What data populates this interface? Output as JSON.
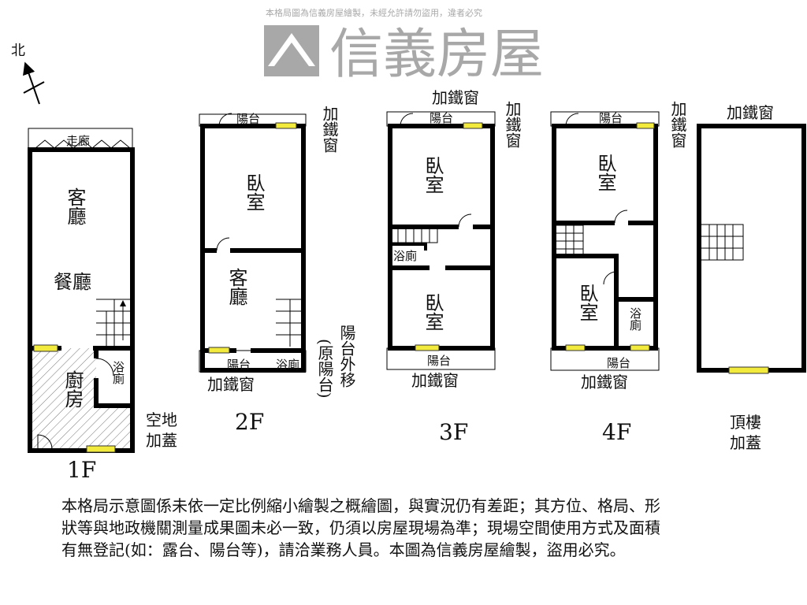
{
  "compass": {
    "north": "北"
  },
  "watermark": {
    "brand": "信義房屋",
    "notice": "本格局圖為信義房屋繪製，未經允許請勿盜用，違者必究",
    "color": "#9a9a9a"
  },
  "window_color": "#f2ea3c",
  "floors": {
    "f1": {
      "name": "1F",
      "corridor": "走廊",
      "living": "客廳",
      "dining": "餐廳",
      "kitchen": "廚房",
      "bath": "浴廁",
      "addition": "空地加蓋"
    },
    "f2": {
      "name": "2F",
      "balcony_top": "陽台",
      "iron_window_top": "加鐵窗",
      "bedroom": "臥室",
      "living": "客廳",
      "balcony_bottom": "陽台",
      "bath": "浴廁",
      "iron_window_bottom": "加鐵窗",
      "balcony_moved": "陽台外移",
      "orig_balcony": "(原陽台)"
    },
    "f3": {
      "name": "3F",
      "iron_window_top": "加鐵窗",
      "iron_window_side": "加鐵窗",
      "balcony_top": "陽台",
      "bedroom1": "臥室",
      "bath": "浴廁",
      "bedroom2": "臥室",
      "balcony_bottom": "陽台",
      "iron_window_bottom": "加鐵窗"
    },
    "f4": {
      "name": "4F",
      "iron_window_side": "加鐵窗",
      "balcony_top": "陽台",
      "bedroom1": "臥室",
      "bedroom2": "臥室",
      "bath": "浴廁",
      "balcony_bottom": "陽台",
      "iron_window_bottom": "加鐵窗"
    },
    "roof": {
      "name": "頂樓加蓋",
      "iron_window_top": "加鐵窗"
    }
  },
  "notes": [
    "本格局示意圖係未依一定比例縮小繪製之概繪圖，與實況仍有差距；其方位、格局、形",
    "狀等與地政機關測量成果圖未必一致，仍須以房屋現場為準；現場空間使用方式及面積",
    "有無登記(如：露台、陽台等)，請洽業務人員。本圖為信義房屋繪製，盜用必究。"
  ]
}
